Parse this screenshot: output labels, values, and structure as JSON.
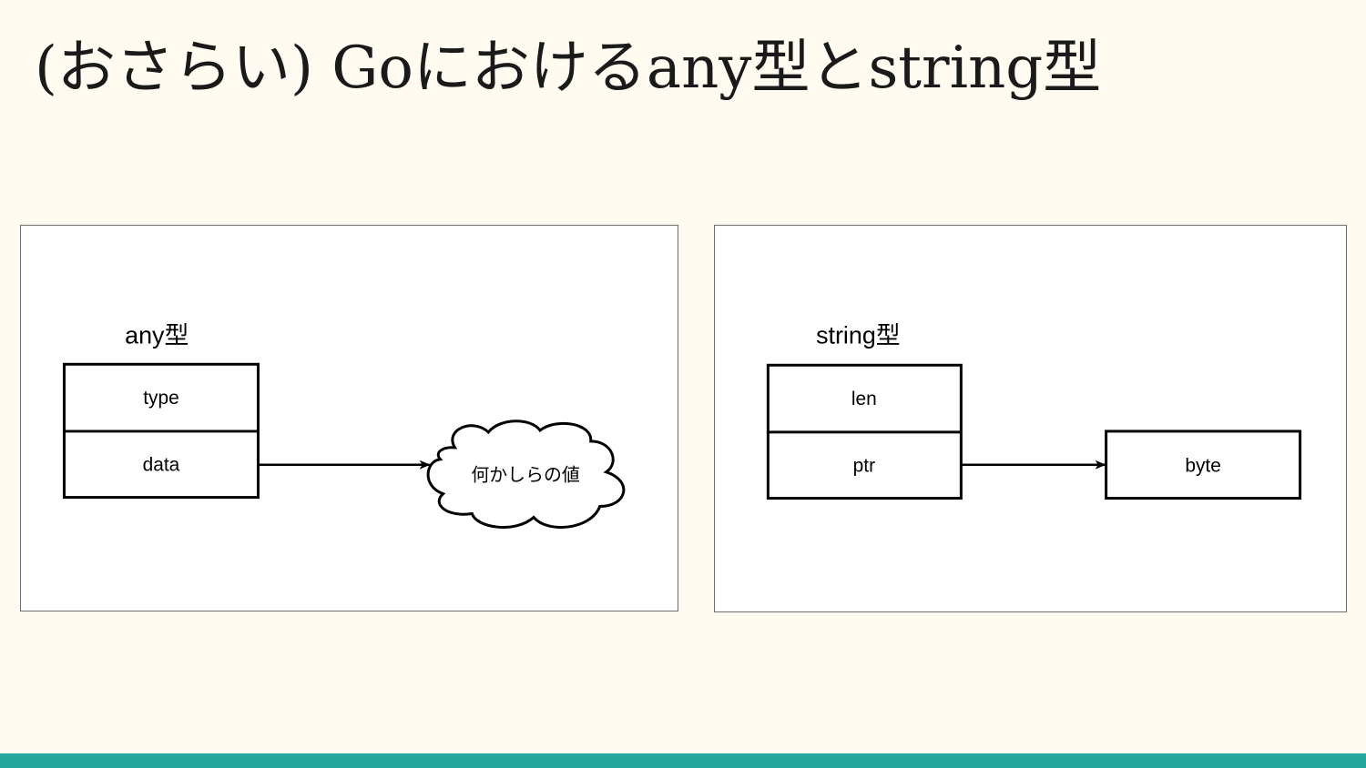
{
  "title": "(おさらい) Goにおけるany型とstring型",
  "colors": {
    "background": "#fffbf0",
    "accent_bar": "#26a69a",
    "panel_border": "#6e6e6e",
    "stroke": "#000000"
  },
  "any_diagram": {
    "heading": "any型",
    "fields": [
      "type",
      "data"
    ],
    "target": "何かしらの値"
  },
  "string_diagram": {
    "heading": "string型",
    "fields": [
      "len",
      "ptr"
    ],
    "target": "byte"
  }
}
